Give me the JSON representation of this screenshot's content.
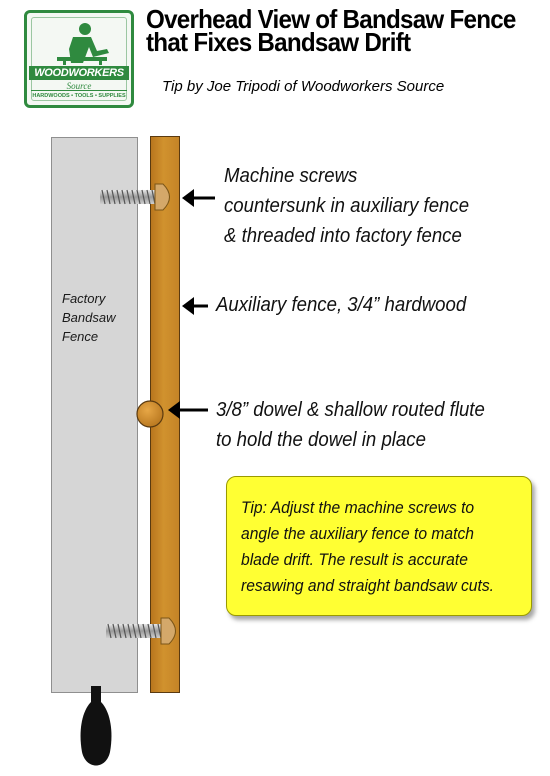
{
  "logo": {
    "name": "WOODWORKERS",
    "sub": "Source",
    "tagline": "HARDWOODS • TOOLS • SUPPLIES",
    "color": "#2f8a3f"
  },
  "title_lines": [
    "Overhead View of Bandsaw Fence",
    "that Fixes Bandsaw Drift"
  ],
  "subtitle": "Tip by Joe Tripodi of Woodworkers Source",
  "factory_fence": {
    "label_lines": [
      "Factory",
      "Bandsaw",
      "Fence"
    ],
    "color": "#d6d6d6"
  },
  "aux_fence_color": "#c48427",
  "callouts": {
    "screws": [
      "Machine screws",
      "countersunk in auxiliary fence",
      "& threaded into factory fence"
    ],
    "aux_fence": [
      "Auxiliary fence, 3/4” hardwood"
    ],
    "dowel": [
      "3/8” dowel & shallow routed flute",
      "to hold the dowel in place"
    ]
  },
  "tip": {
    "lines": [
      "Tip: Adjust the machine screws to",
      "angle the auxiliary fence to match",
      "blade drift. The result is accurate",
      "resawing and straight bandsaw cuts."
    ],
    "color": "#ffff33"
  }
}
